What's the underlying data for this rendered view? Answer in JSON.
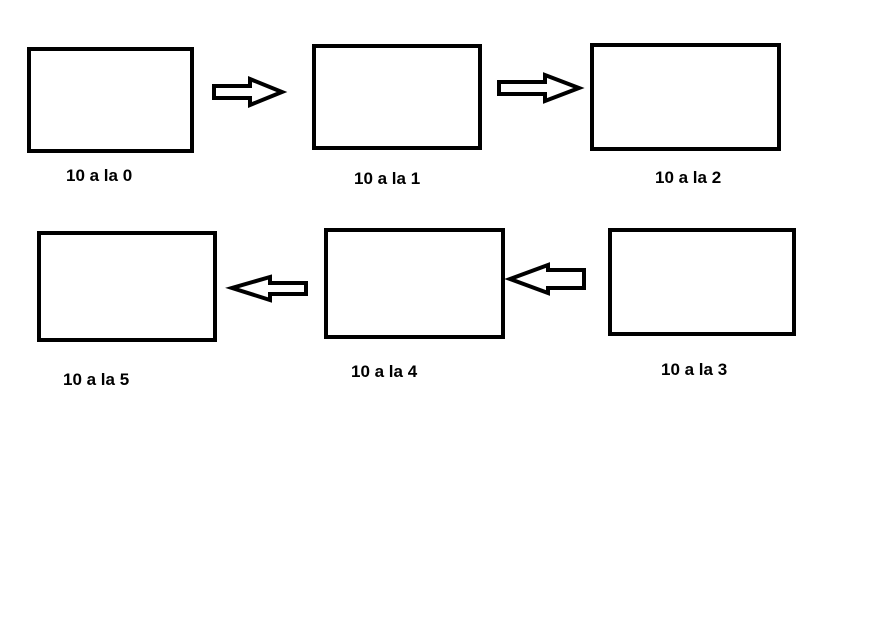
{
  "diagram": {
    "nodes": [
      {
        "id": "n0",
        "label": "10 a la 0"
      },
      {
        "id": "n1",
        "label": "10 a la 1"
      },
      {
        "id": "n2",
        "label": "10 a la 2"
      },
      {
        "id": "n3",
        "label": "10 a la 3"
      },
      {
        "id": "n4",
        "label": "10 a la 4"
      },
      {
        "id": "n5",
        "label": "10 a la 5"
      }
    ],
    "edges": [
      {
        "from": "n0",
        "to": "n1",
        "direction": "right"
      },
      {
        "from": "n1",
        "to": "n2",
        "direction": "right"
      },
      {
        "from": "n3",
        "to": "n4",
        "direction": "left"
      },
      {
        "from": "n4",
        "to": "n5",
        "direction": "left"
      }
    ],
    "colors": {
      "stroke": "#000000",
      "fill": "#ffffff"
    }
  }
}
